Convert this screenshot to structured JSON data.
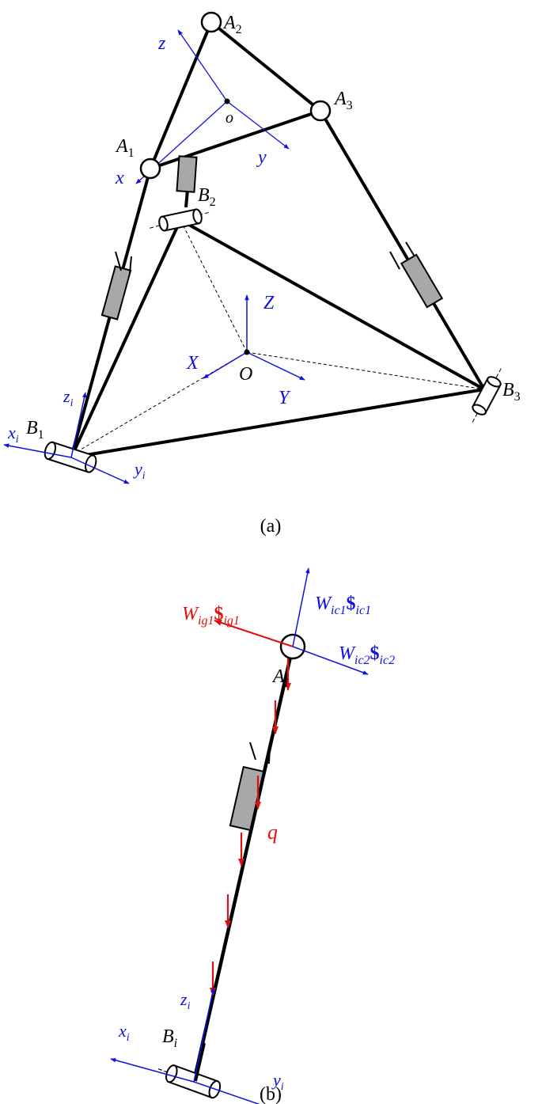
{
  "colors": {
    "ink": "#000000",
    "blue": "#1111dd",
    "red": "#e01010",
    "cylinder": "#a8a8a8"
  },
  "figure_a": {
    "caption": "(a)",
    "moving_platform_joints": [
      {
        "base": "A",
        "sub": "2"
      },
      {
        "base": "A",
        "sub": "3"
      },
      {
        "base": "A",
        "sub": "1"
      }
    ],
    "base_joints": [
      {
        "base": "B",
        "sub": "1"
      },
      {
        "base": "B",
        "sub": "2"
      },
      {
        "base": "B",
        "sub": "3"
      }
    ],
    "moving_frame": {
      "origin": "o",
      "x": "x",
      "y": "y",
      "z": "z"
    },
    "fixed_frame": {
      "origin": "O",
      "x": "X",
      "y": "Y",
      "z": "Z"
    },
    "local_frame": {
      "x": "x",
      "y": "y",
      "z": "z",
      "sub": "i"
    }
  },
  "figure_b": {
    "caption": "(b)",
    "joint_top": {
      "base": "A",
      "sub": "i"
    },
    "joint_bottom": {
      "base": "B",
      "sub": "i"
    },
    "load_label": "q",
    "local_frame": {
      "x": "x",
      "y": "y",
      "z": "z",
      "sub": "i"
    },
    "wrench_g1": {
      "W": "W",
      "Wsub": "ig1",
      "S": "$",
      "Ssub": "ig1"
    },
    "wrench_c1": {
      "W": "W",
      "Wsub": "ic1",
      "S": "$",
      "Ssub": "ic1"
    },
    "wrench_c2": {
      "W": "W",
      "Wsub": "ic2",
      "S": "$",
      "Ssub": "ic2"
    }
  }
}
